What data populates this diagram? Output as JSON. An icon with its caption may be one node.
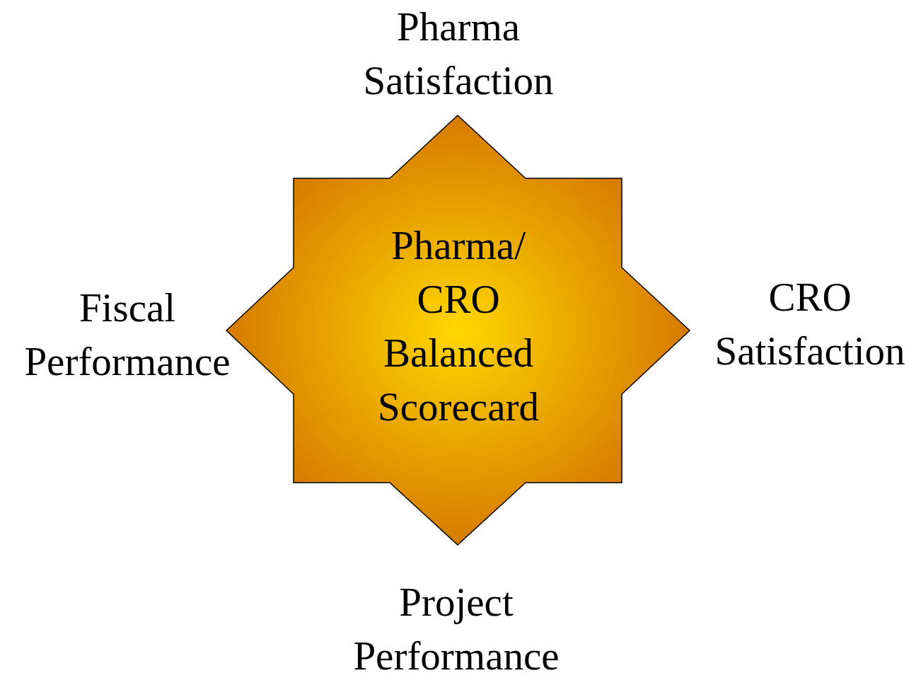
{
  "diagram": {
    "nodes": [
      {
        "text": [
          "Pharma/ CRO Balanced Scorecard"
        ]
      }
    ],
    "labels": [
      "Pharma Satisfaction",
      "Fiscal Performance",
      "CRO Satisfaction",
      "Project Performance"
    ]
  }
}
